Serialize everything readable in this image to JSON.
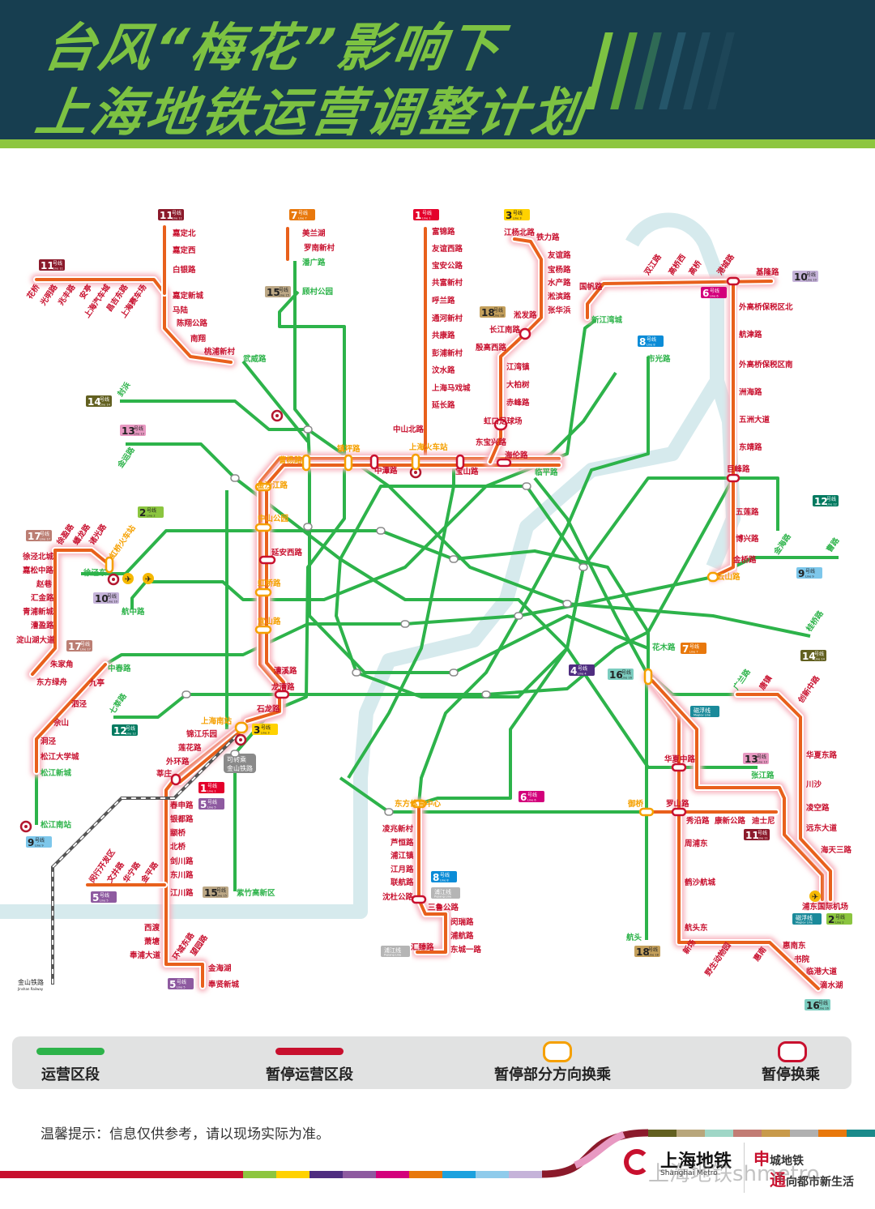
{
  "header": {
    "title_line1": "台风“梅花”影响下",
    "title_line2": "上海地铁运营调整计划"
  },
  "badges": [
    {
      "num": "11",
      "label": "号线",
      "sub": "Line 11",
      "color": "#8b1a2b"
    },
    {
      "num": "11",
      "label": "号线",
      "sub": "Line 11",
      "color": "#8b1a2b"
    },
    {
      "num": "7",
      "label": "号线",
      "sub": "Line 7",
      "color": "#e8780c"
    },
    {
      "num": "1",
      "label": "号线",
      "sub": "Line 1",
      "color": "#e4002b"
    },
    {
      "num": "3",
      "label": "号线",
      "sub": "Line 3",
      "color": "#ffd200",
      "dark": true
    },
    {
      "num": "15",
      "label": "号线",
      "sub": "Line 15",
      "color": "#bca886",
      "dark": true
    },
    {
      "num": "18",
      "label": "号线",
      "sub": "Line 18",
      "color": "#c4a05c",
      "dark": true
    },
    {
      "num": "14",
      "label": "号线",
      "sub": "Line 14",
      "color": "#626020"
    },
    {
      "num": "13",
      "label": "号线",
      "sub": "Line 13",
      "color": "#e899c2",
      "dark": true
    },
    {
      "num": "10",
      "label": "号线",
      "sub": "Line 10",
      "color": "#c5b3d9",
      "dark": true
    },
    {
      "num": "6",
      "label": "号线",
      "sub": "Line 6",
      "color": "#d3007b"
    },
    {
      "num": "8",
      "label": "号线",
      "sub": "Line 8",
      "color": "#0b8cd7"
    },
    {
      "num": "2",
      "label": "号线",
      "sub": "Line 2",
      "color": "#8bc53f",
      "dark": true
    },
    {
      "num": "17",
      "label": "号线",
      "sub": "Line 17",
      "color": "#bb7e73"
    },
    {
      "num": "10",
      "label": "号线",
      "sub": "Line 10",
      "color": "#c5b3d9",
      "dark": true
    },
    {
      "num": "17",
      "label": "号线",
      "sub": "Line 17",
      "color": "#bb7e73"
    },
    {
      "num": "12",
      "label": "号线",
      "sub": "Line 12",
      "color": "#007a60"
    },
    {
      "num": "9",
      "label": "号线",
      "sub": "Line 9",
      "color": "#7dc7eb",
      "dark": true
    },
    {
      "num": "14",
      "label": "号线",
      "sub": "Line 14",
      "color": "#626020"
    },
    {
      "num": "7",
      "label": "号线",
      "sub": "Line 7",
      "color": "#e8780c"
    },
    {
      "num": "4",
      "label": "号线",
      "sub": "Line 4",
      "color": "#4f2d80"
    },
    {
      "num": "16",
      "label": "号线",
      "sub": "Line 16",
      "color": "#7ccdc0",
      "dark": true
    },
    {
      "num": "12",
      "label": "号线",
      "sub": "Line 12",
      "color": "#007a60"
    },
    {
      "num": "3",
      "label": "号线",
      "sub": "Line 3",
      "color": "#ffd200",
      "dark": true
    },
    {
      "num": "13",
      "label": "号线",
      "sub": "Line 13",
      "color": "#e899c2",
      "dark": true
    },
    {
      "num": "1",
      "label": "号线",
      "sub": "Line 1",
      "color": "#e4002b"
    },
    {
      "num": "5",
      "label": "号线",
      "sub": "Line 5",
      "color": "#8e5aa0"
    },
    {
      "num": "6",
      "label": "号线",
      "sub": "Line 6",
      "color": "#d3007b"
    },
    {
      "num": "11",
      "label": "号线",
      "sub": "Line 11",
      "color": "#8b1a2b"
    },
    {
      "num": "9",
      "label": "号线",
      "sub": "Line 9",
      "color": "#7dc7eb",
      "dark": true
    },
    {
      "num": "8",
      "label": "号线",
      "sub": "Line 8",
      "color": "#0b8cd7"
    },
    {
      "num": "5",
      "label": "号线",
      "sub": "Line 5",
      "color": "#8e5aa0"
    },
    {
      "num": "15",
      "label": "号线",
      "sub": "Line 15",
      "color": "#bca886",
      "dark": true
    },
    {
      "num": "18",
      "label": "号线",
      "sub": "Line 18",
      "color": "#c4a05c",
      "dark": true
    },
    {
      "num": "2",
      "label": "号线",
      "sub": "Line 2",
      "color": "#8bc53f",
      "dark": true
    },
    {
      "num": "5",
      "label": "号线",
      "sub": "Line 5",
      "color": "#8e5aa0"
    },
    {
      "num": "16",
      "label": "号线",
      "sub": "Line 16",
      "color": "#7ccdc0",
      "dark": true
    }
  ],
  "special_badges": [
    {
      "text": "磁浮线",
      "sub": "Maglev Line",
      "color": "#1a8a9a"
    },
    {
      "text": "磁浮线",
      "sub": "Maglev Line",
      "color": "#1a8a9a"
    },
    {
      "text": "浦江线",
      "sub": "Pujiang Line",
      "color": "#b5b5b5"
    },
    {
      "text": "浦江线",
      "sub": "Pujiang Line",
      "color": "#b5b5b5"
    }
  ],
  "transfer_note": [
    "可转乘",
    "金山铁路"
  ],
  "jinshan_railway": {
    "name": "金山铁路",
    "sub": "Jinshan Railway"
  },
  "stations": [
    {
      "name": "嘉定北",
      "status": "suspended"
    },
    {
      "name": "嘉定西",
      "status": "suspended"
    },
    {
      "name": "白银路",
      "status": "suspended"
    },
    {
      "name": "嘉定新城",
      "status": "suspended"
    },
    {
      "name": "马陆",
      "status": "suspended"
    },
    {
      "name": "陈翔公路",
      "status": "suspended"
    },
    {
      "name": "南翔",
      "status": "suspended"
    },
    {
      "name": "桃浦新村",
      "status": "suspended"
    },
    {
      "name": "武威路",
      "status": "operating"
    },
    {
      "name": "花桥",
      "status": "suspended"
    },
    {
      "name": "光明路",
      "status": "suspended"
    },
    {
      "name": "兆丰路",
      "status": "suspended"
    },
    {
      "name": "安亭",
      "status": "suspended"
    },
    {
      "name": "上海汽车城",
      "status": "suspended"
    },
    {
      "name": "昌吉东路",
      "status": "suspended"
    },
    {
      "name": "上海赛车场",
      "status": "suspended"
    },
    {
      "name": "美兰湖",
      "status": "suspended"
    },
    {
      "name": "罗南新村",
      "status": "suspended"
    },
    {
      "name": "潘广路",
      "status": "operating"
    },
    {
      "name": "顾村公园",
      "status": "operating"
    },
    {
      "name": "富锦路",
      "status": "suspended"
    },
    {
      "name": "友谊西路",
      "status": "suspended"
    },
    {
      "name": "宝安公路",
      "status": "suspended"
    },
    {
      "name": "共富新村",
      "status": "suspended"
    },
    {
      "name": "呼兰路",
      "status": "suspended"
    },
    {
      "name": "通河新村",
      "status": "suspended"
    },
    {
      "name": "共康路",
      "status": "suspended"
    },
    {
      "name": "彭浦新村",
      "status": "suspended"
    },
    {
      "name": "汶水路",
      "status": "suspended"
    },
    {
      "name": "上海马戏城",
      "status": "suspended"
    },
    {
      "name": "延长路",
      "status": "suspended"
    },
    {
      "name": "中山北路",
      "status": "suspended"
    },
    {
      "name": "江杨北路",
      "status": "suspended"
    },
    {
      "name": "铁力路",
      "status": "suspended"
    },
    {
      "name": "友谊路",
      "status": "suspended"
    },
    {
      "name": "宝杨路",
      "status": "suspended"
    },
    {
      "name": "水产路",
      "status": "suspended"
    },
    {
      "name": "淞滨路",
      "status": "suspended"
    },
    {
      "name": "张华浜",
      "status": "suspended"
    },
    {
      "name": "淞发路",
      "status": "suspended"
    },
    {
      "name": "长江南路",
      "status": "suspended"
    },
    {
      "name": "殷高西路",
      "status": "suspended"
    },
    {
      "name": "江湾镇",
      "status": "suspended"
    },
    {
      "name": "大柏树",
      "status": "suspended"
    },
    {
      "name": "赤峰路",
      "status": "suspended"
    },
    {
      "name": "虹口足球场",
      "status": "suspended"
    },
    {
      "name": "东宝兴路",
      "status": "suspended"
    },
    {
      "name": "海伦路",
      "status": "suspended"
    },
    {
      "name": "临平路",
      "status": "operating"
    },
    {
      "name": "镇坪路",
      "status": "partial"
    },
    {
      "name": "曹杨路",
      "status": "partial"
    },
    {
      "name": "中潭路",
      "status": "suspended"
    },
    {
      "name": "上海火车站",
      "status": "partial"
    },
    {
      "name": "宝山路",
      "status": "suspended"
    },
    {
      "name": "金沙江路",
      "status": "partial"
    },
    {
      "name": "中山公园",
      "status": "partial"
    },
    {
      "name": "延安西路",
      "status": "suspended"
    },
    {
      "name": "虹桥路",
      "status": "partial"
    },
    {
      "name": "宜山路",
      "status": "partial"
    },
    {
      "name": "漕溪路",
      "status": "suspended"
    },
    {
      "name": "龙漕路",
      "status": "suspended"
    },
    {
      "name": "石龙路",
      "status": "suspended"
    },
    {
      "name": "上海南站",
      "status": "partial"
    },
    {
      "name": "锦江乐园",
      "status": "suspended"
    },
    {
      "name": "莲花路",
      "status": "suspended"
    },
    {
      "name": "外环路",
      "status": "suspended"
    },
    {
      "name": "莘庄",
      "status": "suspended"
    },
    {
      "name": "春申路",
      "status": "suspended"
    },
    {
      "name": "银都路",
      "status": "suspended"
    },
    {
      "name": "颛桥",
      "status": "suspended"
    },
    {
      "name": "北桥",
      "status": "suspended"
    },
    {
      "name": "剑川路",
      "status": "suspended"
    },
    {
      "name": "东川路",
      "status": "suspended"
    },
    {
      "name": "江川路",
      "status": "suspended"
    },
    {
      "name": "西渡",
      "status": "suspended"
    },
    {
      "name": "萧塘",
      "status": "suspended"
    },
    {
      "name": "奉浦大道",
      "status": "suspended"
    },
    {
      "name": "环城东路",
      "status": "suspended"
    },
    {
      "name": "望园路",
      "status": "suspended"
    },
    {
      "name": "金海湖",
      "status": "suspended"
    },
    {
      "name": "奉贤新城",
      "status": "suspended"
    },
    {
      "name": "闵行开发区",
      "status": "suspended"
    },
    {
      "name": "文井路",
      "status": "suspended"
    },
    {
      "name": "华宁路",
      "status": "suspended"
    },
    {
      "name": "金平路",
      "status": "suspended"
    },
    {
      "name": "中春路",
      "status": "operating"
    },
    {
      "name": "九亭",
      "status": "suspended"
    },
    {
      "name": "泗泾",
      "status": "suspended"
    },
    {
      "name": "佘山",
      "status": "suspended"
    },
    {
      "name": "洞泾",
      "status": "suspended"
    },
    {
      "name": "松江大学城",
      "status": "suspended"
    },
    {
      "name": "松江新城",
      "status": "operating"
    },
    {
      "name": "松江南站",
      "status": "operating"
    },
    {
      "name": "徐泾北城",
      "status": "suspended"
    },
    {
      "name": "嘉松中路",
      "status": "suspended"
    },
    {
      "name": "赵巷",
      "status": "suspended"
    },
    {
      "name": "汇金路",
      "status": "suspended"
    },
    {
      "name": "青浦新城",
      "status": "suspended"
    },
    {
      "name": "漕盈路",
      "status": "suspended"
    },
    {
      "name": "淀山湖大道",
      "status": "suspended"
    },
    {
      "name": "朱家角",
      "status": "suspended"
    },
    {
      "name": "东方绿舟",
      "status": "suspended"
    },
    {
      "name": "徐盈路",
      "status": "suspended"
    },
    {
      "name": "蟠龙路",
      "status": "suspended"
    },
    {
      "name": "诸光路",
      "status": "suspended"
    },
    {
      "name": "虹桥火车站",
      "status": "partial"
    },
    {
      "name": "徐泾东",
      "status": "operating"
    },
    {
      "name": "航中路",
      "status": "operating"
    },
    {
      "name": "国帆路",
      "status": "suspended"
    },
    {
      "name": "新江湾城",
      "status": "operating"
    },
    {
      "name": "双江路",
      "status": "suspended"
    },
    {
      "name": "高桥西",
      "status": "suspended"
    },
    {
      "name": "高桥",
      "status": "suspended"
    },
    {
      "name": "港城路",
      "status": "suspended"
    },
    {
      "name": "基隆路",
      "status": "suspended"
    },
    {
      "name": "外高桥保税区北",
      "status": "suspended"
    },
    {
      "name": "航津路",
      "status": "suspended"
    },
    {
      "name": "外高桥保税区南",
      "status": "suspended"
    },
    {
      "name": "洲海路",
      "status": "suspended"
    },
    {
      "name": "五洲大道",
      "status": "suspended"
    },
    {
      "name": "东靖路",
      "status": "suspended"
    },
    {
      "name": "巨峰路",
      "status": "suspended"
    },
    {
      "name": "五莲路",
      "status": "suspended"
    },
    {
      "name": "博兴路",
      "status": "suspended"
    },
    {
      "name": "金桥路",
      "status": "suspended"
    },
    {
      "name": "云山路",
      "status": "partial"
    },
    {
      "name": "市光路",
      "status": "operating"
    },
    {
      "name": "封浜",
      "status": "operating"
    },
    {
      "name": "金运路",
      "status": "operating"
    },
    {
      "name": "七莘路",
      "status": "operating"
    },
    {
      "name": "金海路",
      "status": "operating"
    },
    {
      "name": "曹路",
      "status": "operating"
    },
    {
      "name": "桂桥路",
      "status": "operating"
    },
    {
      "name": "花木路",
      "status": "operating"
    },
    {
      "name": "广兰路",
      "status": "operating"
    },
    {
      "name": "唐镇",
      "status": "suspended"
    },
    {
      "name": "创新中路",
      "status": "suspended"
    },
    {
      "name": "华夏东路",
      "status": "suspended"
    },
    {
      "name": "川沙",
      "status": "suspended"
    },
    {
      "name": "凌空路",
      "status": "suspended"
    },
    {
      "name": "远东大道",
      "status": "suspended"
    },
    {
      "name": "海天三路",
      "status": "suspended"
    },
    {
      "name": "浦东国际机场",
      "status": "suspended"
    },
    {
      "name": "华夏中路",
      "status": "suspended"
    },
    {
      "name": "张江路",
      "status": "operating"
    },
    {
      "name": "罗山路",
      "status": "suspended"
    },
    {
      "name": "御桥",
      "status": "partial"
    },
    {
      "name": "秀沿路",
      "status": "suspended"
    },
    {
      "name": "康新公路",
      "status": "suspended"
    },
    {
      "name": "迪士尼",
      "status": "suspended"
    },
    {
      "name": "周浦东",
      "status": "suspended"
    },
    {
      "name": "鹤沙航城",
      "status": "suspended"
    },
    {
      "name": "航头东",
      "status": "suspended"
    },
    {
      "name": "航头",
      "status": "operating"
    },
    {
      "name": "新场",
      "status": "suspended"
    },
    {
      "name": "野生动物园",
      "status": "suspended"
    },
    {
      "name": "惠南",
      "status": "suspended"
    },
    {
      "name": "惠南东",
      "status": "suspended"
    },
    {
      "name": "书院",
      "status": "suspended"
    },
    {
      "name": "临港大道",
      "status": "suspended"
    },
    {
      "name": "滴水湖",
      "status": "suspended"
    },
    {
      "name": "东方体育中心",
      "status": "partial"
    },
    {
      "name": "凌兆新村",
      "status": "suspended"
    },
    {
      "name": "芦恒路",
      "status": "suspended"
    },
    {
      "name": "浦江镇",
      "status": "suspended"
    },
    {
      "name": "江月路",
      "status": "suspended"
    },
    {
      "name": "联航路",
      "status": "suspended"
    },
    {
      "name": "沈杜公路",
      "status": "suspended"
    },
    {
      "name": "三鲁公路",
      "status": "suspended"
    },
    {
      "name": "闵瑞路",
      "status": "suspended"
    },
    {
      "name": "浦航路",
      "status": "suspended"
    },
    {
      "name": "东城一路",
      "status": "suspended"
    },
    {
      "name": "汇臻路",
      "status": "suspended"
    },
    {
      "name": "紫竹高新区",
      "status": "operating"
    }
  ],
  "colors": {
    "operating": "#2db34a",
    "suspended": "#c8102e",
    "partial": "#f5a000",
    "suspended_line": "#e8601c",
    "river": "#d6eaed"
  },
  "legend": [
    {
      "label": "运营区段",
      "kind": "bar",
      "color": "#2db34a"
    },
    {
      "label": "暂停运营区段",
      "kind": "bar",
      "color": "#c8102e"
    },
    {
      "label": "暂停部分方向换乘",
      "kind": "ring",
      "color": "#f5a000"
    },
    {
      "label": "暂停换乘",
      "kind": "ring",
      "color": "#c8102e"
    }
  ],
  "notice": "温馨提示：信息仅供参考，请以现场实际为准。",
  "footer": {
    "brand_cn": "上海地铁",
    "brand_en": "Shanghai Metro",
    "slogan1_big": "申",
    "slogan1_rest": "城地铁",
    "slogan2_big": "通",
    "slogan2_rest": "向都市新生活",
    "watermark": "上海地铁shmetro"
  }
}
